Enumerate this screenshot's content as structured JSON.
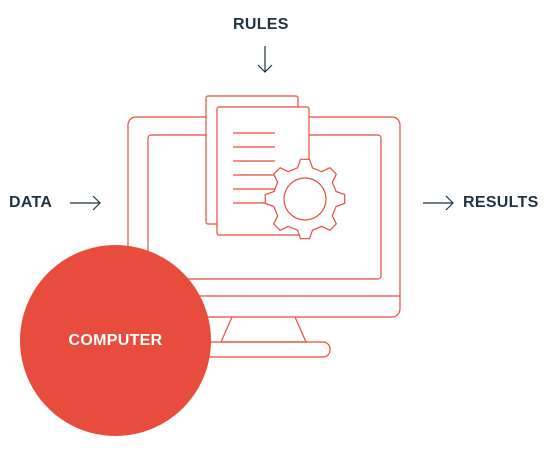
{
  "labels": {
    "rules": "RULES",
    "data": "DATA",
    "results": "RESULTS",
    "computer": "COMPUTER"
  },
  "colors": {
    "accent": "#e84c3d",
    "text": "#1f3340",
    "arrow": "#1f3340",
    "line": "#e84c3d"
  },
  "icons": [
    "monitor-icon",
    "document-icon",
    "gear-icon",
    "arrow-down-icon",
    "arrow-right-icon"
  ]
}
